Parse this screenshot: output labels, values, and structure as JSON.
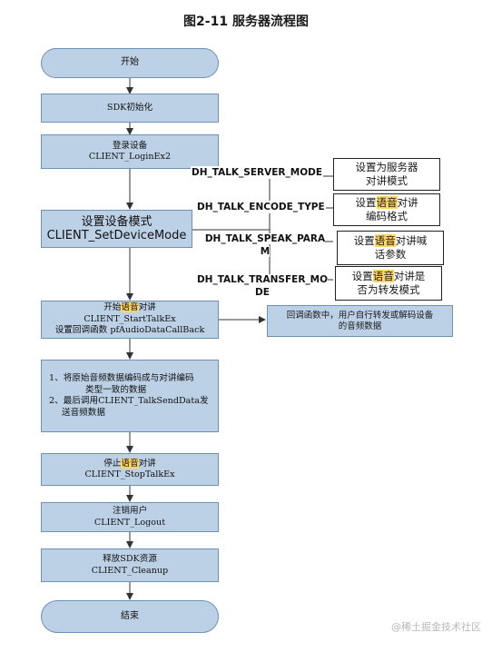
{
  "title": "图2-11 服务器流程图",
  "nodes": {
    "start": "开始",
    "init": "SDK初始化",
    "login": {
      "line1": "登录设备",
      "line2": "CLIENT_LoginEx2"
    },
    "set_mode": {
      "line1": "设置设备模式",
      "line2": "CLIENT_SetDeviceMode"
    },
    "start_talk": {
      "line1_pre": "开始",
      "line1_hl": "语音",
      "line1_post": "对讲",
      "line2": "CLIENT_StartTalkEx",
      "line3": "设置回调函数 pfAudioDataCallBack"
    },
    "encode": {
      "line1": "1、将原始音频数据编码成与对讲编码",
      "line2": "类型一致的数据",
      "line3": "2、最后调用CLIENT_TalkSendData发",
      "line4": "送音频数据"
    },
    "stop_talk": {
      "line1_pre": "停止",
      "line1_hl": "语音",
      "line1_post": "对讲",
      "line2": "CLIENT_StopTalkEx"
    },
    "logout": {
      "line1": "注销用户",
      "line2": "CLIENT_Logout"
    },
    "cleanup": {
      "line1": "释放SDK资源",
      "line2": "CLIENT_Cleanup"
    },
    "end": "结束"
  },
  "params": [
    {
      "name": "DH_TALK_SERVER_MODE",
      "desc_line1": "设置为服务器",
      "desc_line2": "对讲模式"
    },
    {
      "name": "DH_TALK_ENCODE_TYPE",
      "desc_line1_pre": "设置",
      "desc_line1_hl": "语音",
      "desc_line1_post": "对讲",
      "desc_line2": "编码格式"
    },
    {
      "name_line1": "DH_TALK_SPEAK_PARA",
      "name_line2": "M",
      "desc_line1_pre": "设置",
      "desc_line1_hl": "语音",
      "desc_line1_post": "对讲喊",
      "desc_line2": "话参数"
    },
    {
      "name_line1": "DH_TALK_TRANSFER_MO",
      "name_line2": "DE",
      "desc_line1_pre": "设置",
      "desc_line1_hl": "语音",
      "desc_line1_post": "对讲是",
      "desc_line2": "否为转发模式"
    }
  ],
  "callback_note": {
    "line1": "回调函数中，用户自行转发或解码设备",
    "line2": "的音频数据"
  },
  "watermark": "@稀土掘金技术社区",
  "colors": {
    "box_fill": "#bcd0e6",
    "box_border": "#6f8fb3",
    "highlight": "#ffd666",
    "line": "#333333"
  }
}
